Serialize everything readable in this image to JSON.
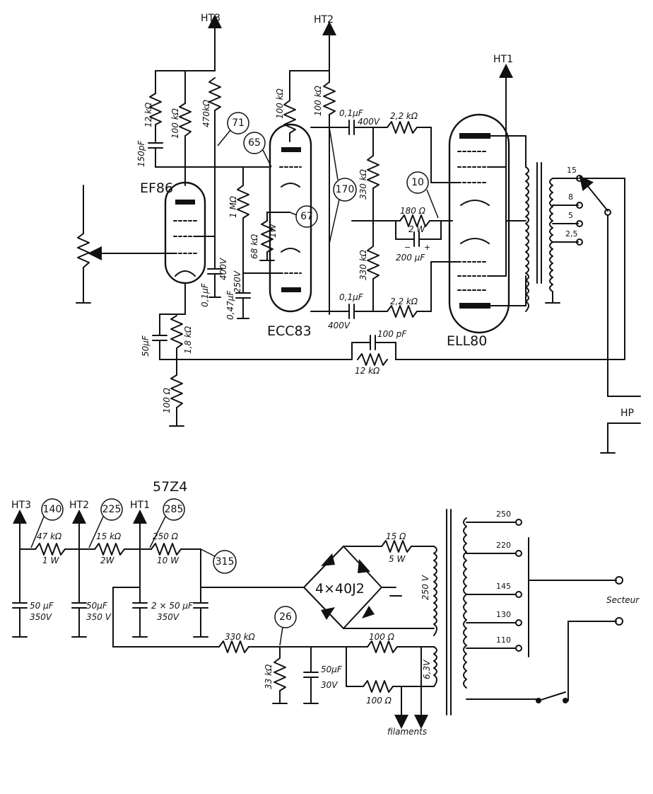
{
  "supply_labels": {
    "ht3_top": "HT3",
    "ht2_top": "HT2",
    "ht1_top": "HT1",
    "ht3_bottom": "HT3",
    "ht2_bottom": "HT2",
    "ht1_bottom": "HT1"
  },
  "tubes": {
    "ef86": "EF86",
    "ecc83": "ECC83",
    "ell80": "ELL80",
    "rectifier": "57Z4",
    "bridge": "4×40J2"
  },
  "amp_values": {
    "r_12k_top": "12 kΩ",
    "c_150p": "150pF",
    "r_100k_a": "100 kΩ",
    "r_470k": "470kΩ",
    "r_100k_b": "100 kΩ",
    "r_100k_c": "100 kΩ",
    "c_01_a": "0,1μF",
    "v_400_a": "400V",
    "r_22k_a": "2,2 kΩ",
    "r_1m": "1 MΩ",
    "r_68k": "68 kΩ",
    "r_68k_w": "1W",
    "c_01_b": "0,1μF",
    "v_400_b": "400V",
    "c_047": "0,47μF",
    "v_250": "250V",
    "r_330k_a": "330 kΩ",
    "r_330k_b": "330 kΩ",
    "r_180": "180 Ω",
    "r_180_w": "2 W",
    "c_200u": "200 μF",
    "c_01_c": "0,1μF",
    "v_400_c": "400V",
    "r_22k_b": "2,2 kΩ",
    "c_50u": "50μF",
    "r_18k": "1,8 kΩ",
    "r_100": "100 Ω",
    "c_100p": "100 pF",
    "r_12k_fb": "12 kΩ"
  },
  "volt_markers": [
    "71",
    "65",
    "170",
    "10",
    "67",
    "140",
    "225",
    "285",
    "315",
    "26"
  ],
  "output_taps": [
    "15",
    "8",
    "5",
    "2,5"
  ],
  "hp_label": "HP",
  "psu_values": {
    "r_47k": "47 kΩ",
    "r_47k_w": "1 W",
    "r_15k": "15 kΩ",
    "r_15k_w": "2W",
    "r_250": "250 Ω",
    "r_250_w": "10 W",
    "c_a": "50 μF",
    "c_a_v": "350V",
    "c_b": "50μF",
    "c_b_v": "350 V",
    "c_c": "2 × 50 μF",
    "c_c_v": "350V",
    "r_15": "15 Ω",
    "r_15_w": "5 W",
    "sec_v": "250 V",
    "r_330k": "330 kΩ",
    "r_33k": "33 kΩ",
    "c_50_30": "50μF",
    "c_50_30_v": "30V",
    "r_100_a": "100 Ω",
    "r_100_b": "100 Ω",
    "fil_v": "6,3V",
    "filaments": "filaments"
  },
  "mains_taps": [
    "250",
    "220",
    "145",
    "130",
    "110"
  ],
  "secteur": "Secteur"
}
